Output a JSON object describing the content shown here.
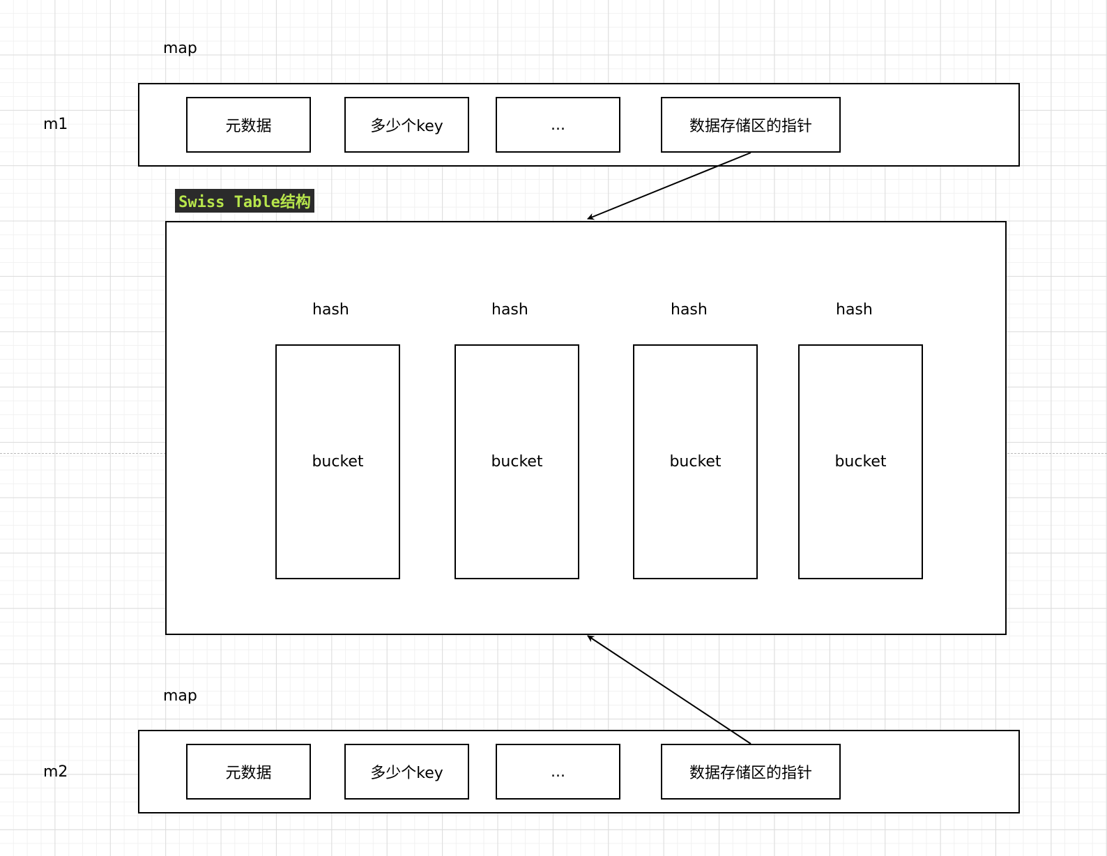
{
  "top_map": {
    "title": "map",
    "row_label": "m1",
    "fields": [
      "元数据",
      "多少个key",
      "...",
      "数据存储区的指针"
    ]
  },
  "bottom_map": {
    "title": "map",
    "row_label": "m2",
    "fields": [
      "元数据",
      "多少个key",
      "...",
      "数据存储区的指针"
    ]
  },
  "swiss_table": {
    "label": "Swiss Table结构",
    "label_bg": "#2b2b2b",
    "label_color": "#b8e64c",
    "groups": [
      {
        "hash": "hash",
        "bucket": "bucket"
      },
      {
        "hash": "hash",
        "bucket": "bucket"
      },
      {
        "hash": "hash",
        "bucket": "bucket"
      },
      {
        "hash": "hash",
        "bucket": "bucket"
      }
    ]
  }
}
